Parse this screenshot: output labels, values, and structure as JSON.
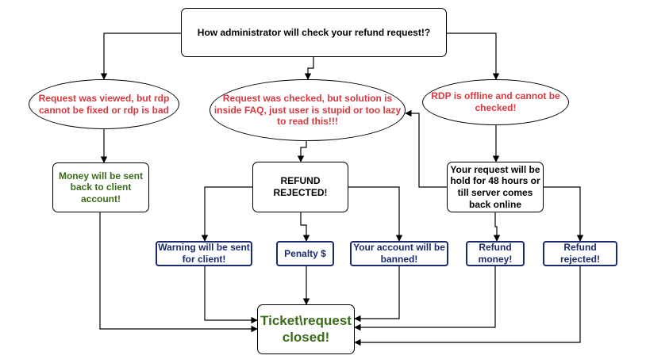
{
  "colors": {
    "line": "#000000",
    "red_text": "#d9383f",
    "green_text": "#3a6b1a",
    "navy_text": "#1a2a6c"
  },
  "nodes": {
    "root": "How administrator will check your refund request!?",
    "viewed_bad": "Request was viewed, but rdp\ncannot be fixed or rdp is bad",
    "checked_faq": "Request was checked, but solution is\ninside FAQ, just user is stupid or too lazy\nto read this!!!",
    "rdp_offline": "RDP is offline and cannot be\nchecked!",
    "money_sent": "Money will be sent\nback to client\naccount!",
    "refund_rejected_main": "REFUND\nREJECTED!",
    "hold": "Your request will be\nhold for 48 hours or\ntill server comes\nback online",
    "warning": "Warning will be sent\nfor client!",
    "penalty": "Penalty $",
    "banned": "Your account will be\nbanned!",
    "refund_money": "Refund\nmoney!",
    "refund_rejected": "Refund\nrejected!",
    "closed": "Ticket\\request\nclosed!"
  }
}
